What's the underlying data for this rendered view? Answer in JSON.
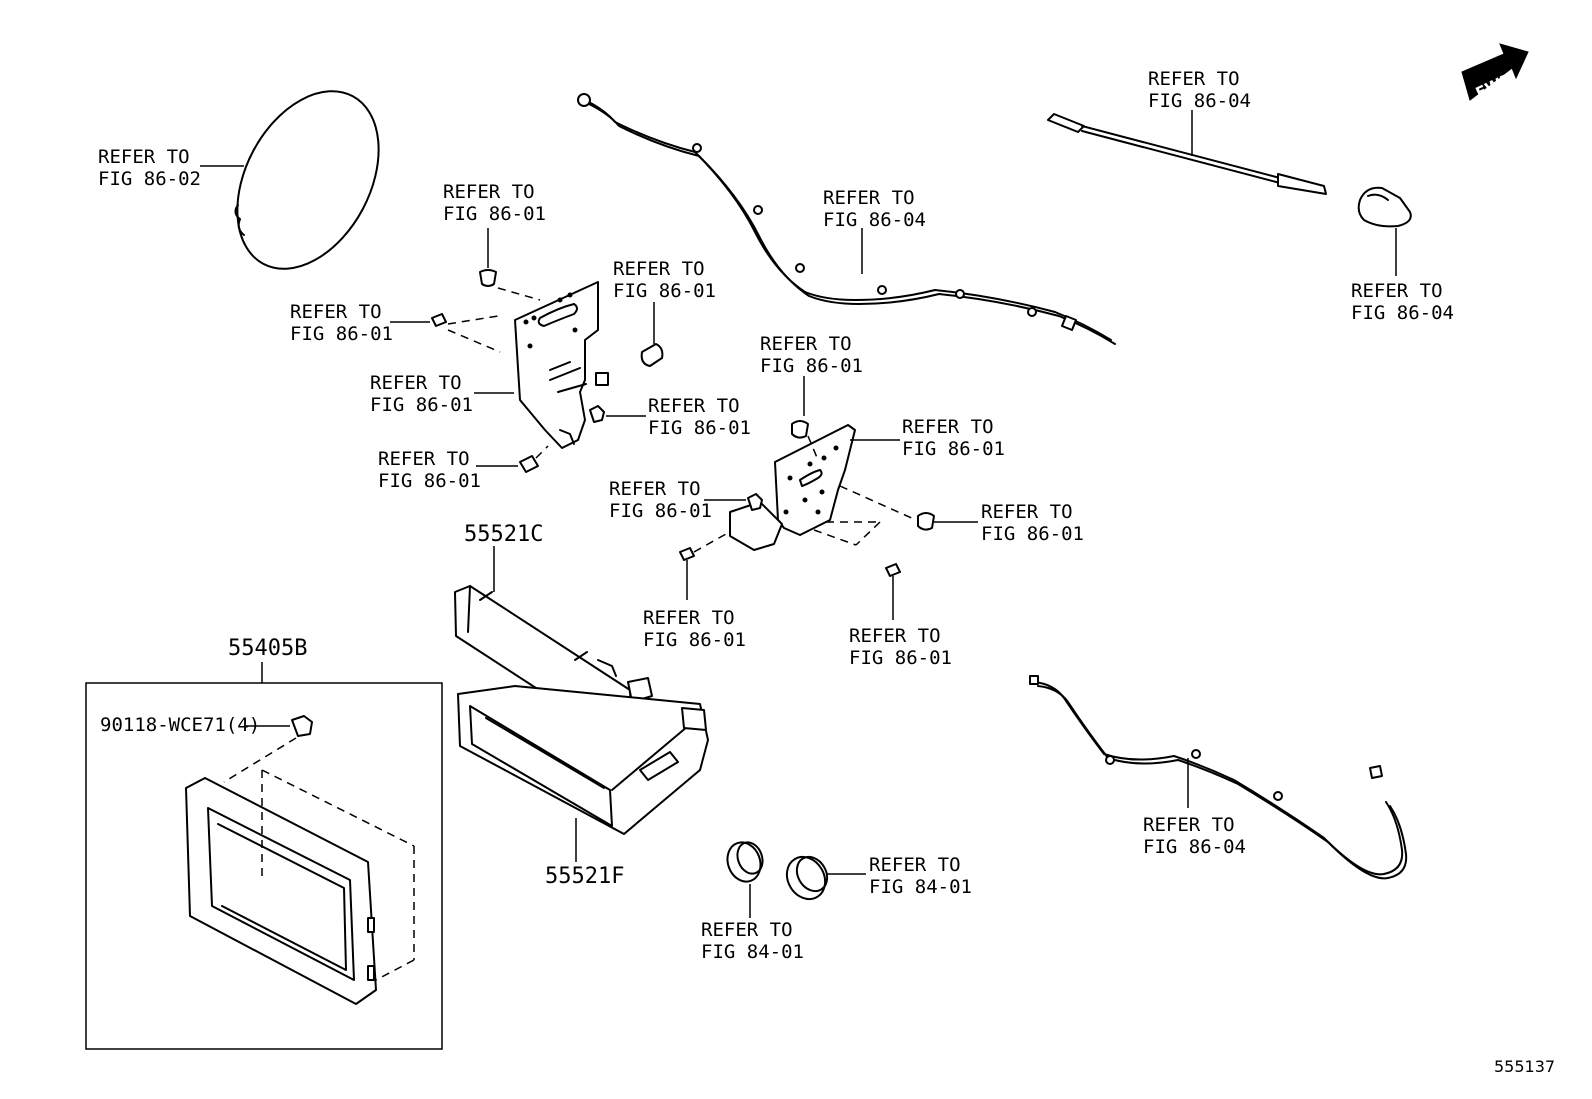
{
  "labels": {
    "refer_to": "REFER TO",
    "fig_86_01": "FIG 86-01",
    "fig_86_02": "FIG 86-02",
    "fig_86_04": "FIG 86-04",
    "fig_84_01": "FIG 84-01"
  },
  "part_numbers": {
    "p55521C": "55521C",
    "p55405B": "55405B",
    "p90118": "90118-WCE71(4)",
    "p55521F": "55521F"
  },
  "fwd": "FWD",
  "diagram_id": "555137"
}
